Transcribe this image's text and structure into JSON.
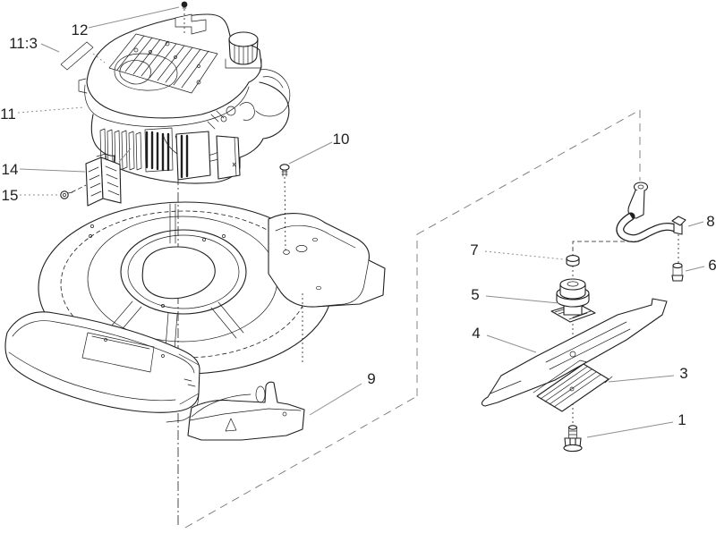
{
  "figure": {
    "type": "exploded-parts-diagram",
    "colors": {
      "ink": "#1f1f1f",
      "leader": "#8f8f8f",
      "plane": "#777777",
      "bg": "#ffffff"
    },
    "callouts": {
      "c1": "1",
      "c3": "3",
      "c4": "4",
      "c5": "5",
      "c6": "6",
      "c7": "7",
      "c8": "8",
      "c9": "9",
      "c10": "10",
      "c11": "11",
      "c11_3": "11:3",
      "c12": "12",
      "c14": "14",
      "c15": "15"
    }
  }
}
